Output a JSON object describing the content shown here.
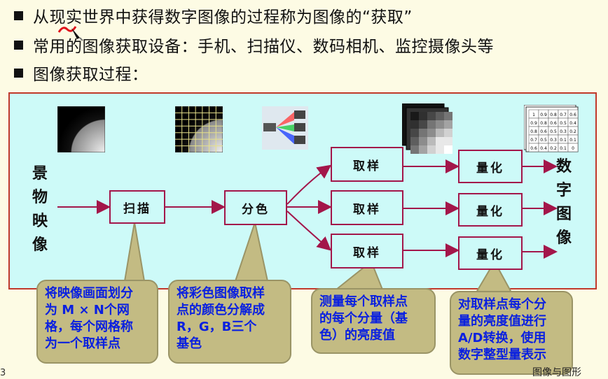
{
  "bullets": [
    "从现实世界中获得数字图像的过程称为图像的“获取”",
    "常用的图像获取设备：手机、扫描仪、数码相机、监控摄像头等",
    "图像获取过程："
  ],
  "diagram": {
    "input_label": [
      "景",
      "物",
      "映",
      "像"
    ],
    "output_label": [
      "数",
      "字",
      "图",
      "像"
    ],
    "scan_box": "扫描",
    "color_box": "分色",
    "sample_boxes": [
      "取样",
      "取样",
      "取样"
    ],
    "quantize_boxes": [
      "量化",
      "量化",
      "量化"
    ],
    "quant_matrix": [
      [
        "1",
        "0.9",
        "0.8",
        "0.7",
        "0.6"
      ],
      [
        "0.9",
        "0.8",
        "0.6",
        "0.5",
        "0.4"
      ],
      [
        "0.8",
        "0.6",
        "0.5",
        "0.3",
        "0.2"
      ],
      [
        "0.7",
        "0.5",
        "0.3",
        "0.1",
        "0.1"
      ],
      [
        "0.6",
        "0.4",
        "0.2",
        "0.1",
        "0"
      ]
    ]
  },
  "callouts": {
    "scan": {
      "l1": "将映像画面划分",
      "l2a": "为",
      "l2b": "M × N",
      "l2c": "个网",
      "l3": "格，每个网格称",
      "l4": "为一个取样点"
    },
    "color": {
      "l1": "将彩色图像取样",
      "l2": "点的颜色分解成",
      "l3a": "R，G，B",
      "l3b": "三个",
      "l4": "基色"
    },
    "sample": {
      "l1": "测量每个取样点",
      "l2": "的每个分量（基",
      "l3": "色）的亮度值"
    },
    "quantize": {
      "l1": "对取样点每个分",
      "l2": "量的亮度值进行",
      "l3a": "A/D",
      "l3b": "转换，使用",
      "l4": "数字整型量表示"
    }
  },
  "footer": {
    "page": "3",
    "title": "图像与图形"
  },
  "colors": {
    "arrow": "#a3164a",
    "panel_bg": "#cdfaf8",
    "callout_bg": "#c3bb83",
    "callout_text": "#0a20e0"
  }
}
